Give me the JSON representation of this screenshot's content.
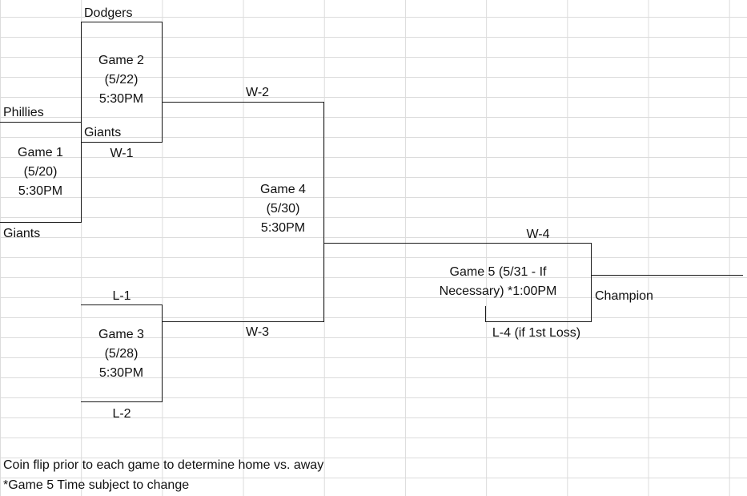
{
  "bracket": {
    "game1": {
      "line1": "Game 1",
      "line2": "(5/20)",
      "line3": "5:30PM"
    },
    "game2": {
      "line1": "Game 2",
      "line2": "(5/22)",
      "line3": "5:30PM"
    },
    "game3": {
      "line1": "Game 3",
      "line2": "(5/28)",
      "line3": "5:30PM"
    },
    "game4": {
      "line1": "Game 4",
      "line2": "(5/30)",
      "line3": "5:30PM"
    },
    "game5": {
      "line1": "Game 5 (5/31 - If",
      "line2": "Necessary) *1:00PM"
    },
    "teams": {
      "dodgers": "Dodgers",
      "phillies": "Phillies",
      "giants_top": "Giants",
      "giants_bottom": "Giants"
    },
    "labels": {
      "w1": "W-1",
      "w2": "W-2",
      "w3": "W-3",
      "w4": "W-4",
      "l1": "L-1",
      "l2": "L-2",
      "l4": "L-4 (if 1st Loss)",
      "champion": "Champion"
    }
  },
  "notes": {
    "coin_flip": "Coin flip prior to each game to determine home vs. away",
    "game5_time": "*Game 5 Time subject to change"
  }
}
